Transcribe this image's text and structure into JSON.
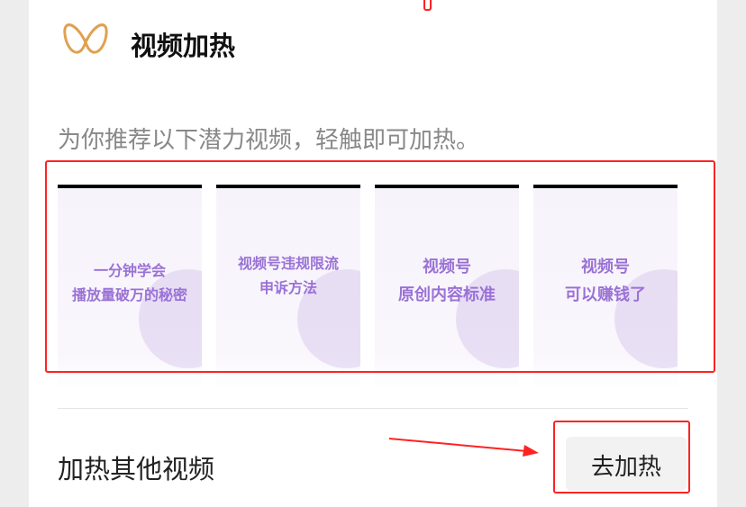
{
  "header": {
    "title": "视频加热",
    "logo_icon": "butterfly-logo-icon"
  },
  "subtitle": "为你推荐以下潜力视频，轻触即可加热。",
  "videos": [
    {
      "line1": "一分钟学会",
      "line2": "播放量破万的秘密"
    },
    {
      "line1": "视频号违规限流",
      "line2": "申诉方法"
    },
    {
      "line1": "视频号",
      "line2": "原创内容标准"
    },
    {
      "line1": "视频号",
      "line2": "可以赚钱了"
    }
  ],
  "footer": {
    "label": "加热其他视频",
    "button": "去加热"
  },
  "colors": {
    "annotation": "#ff2222",
    "thumb_text": "#9a72d6"
  }
}
